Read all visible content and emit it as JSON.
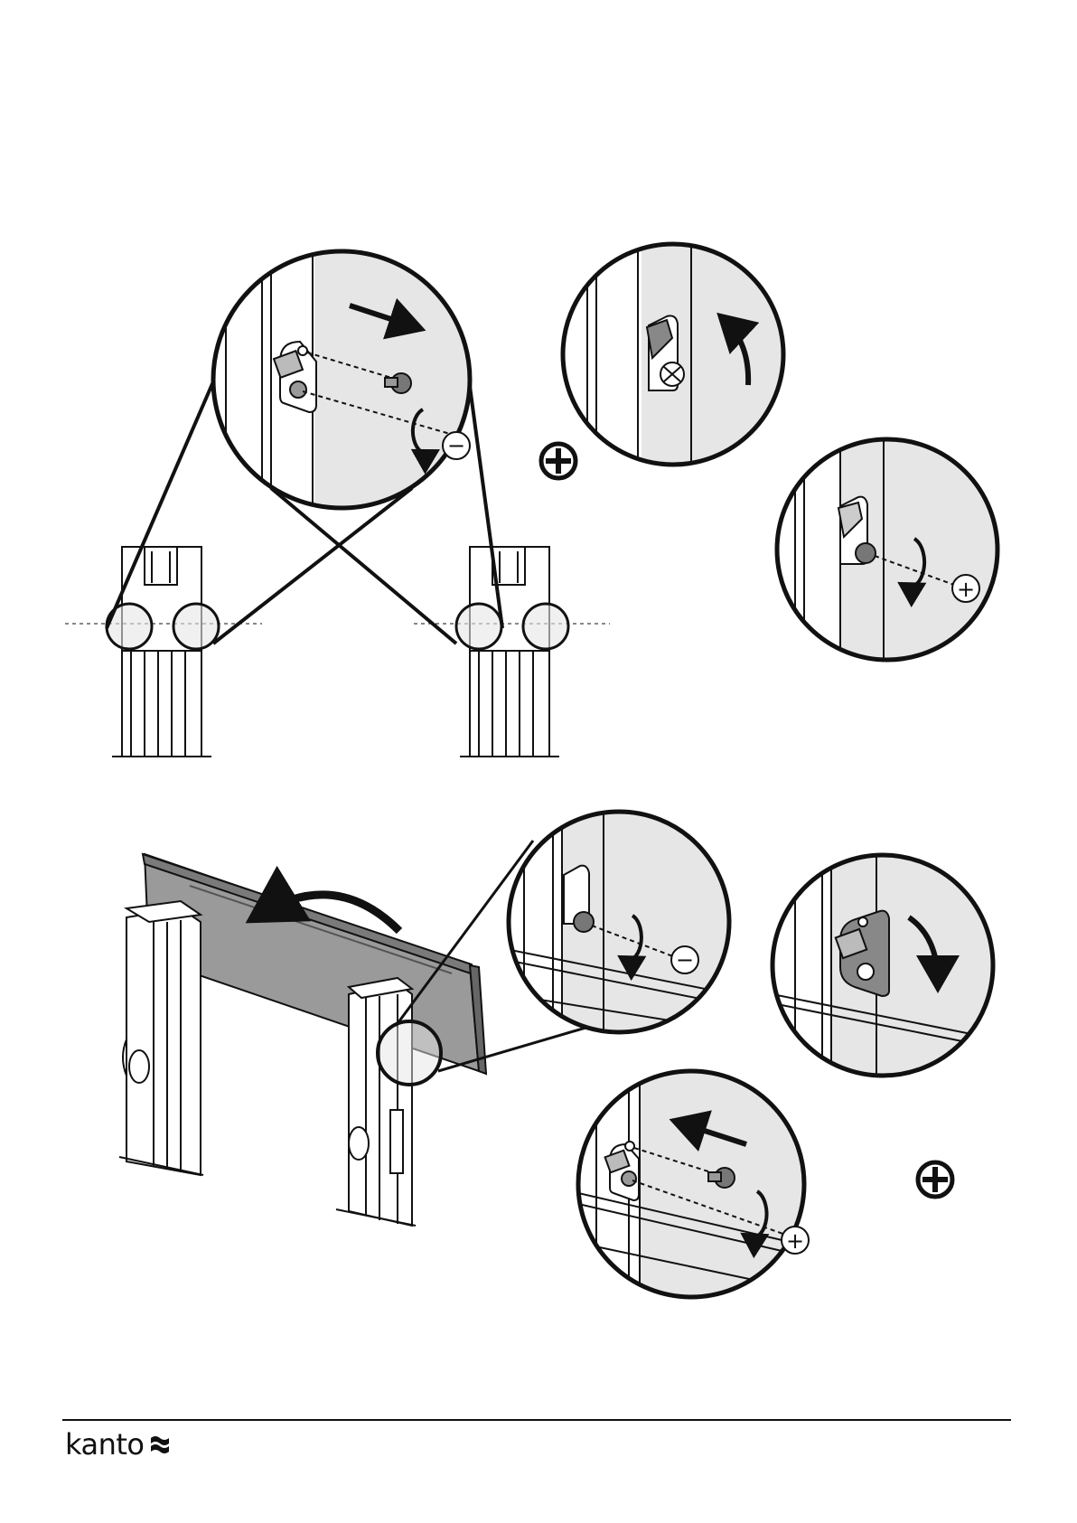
{
  "document": {
    "type": "assembly-instructions-illustration",
    "brand": {
      "logo_text": "kanto",
      "logo_mark_icon": "kanto-wave-icon"
    }
  },
  "callouts": {
    "step_a": {
      "direction": "remove",
      "symbol": "−"
    },
    "step_b": {
      "direction": "rotate-up"
    },
    "step_c": {
      "direction": "install",
      "symbol": "+"
    },
    "step_d": {
      "direction": "remove",
      "symbol": "−"
    },
    "step_e": {
      "direction": "rotate-down"
    },
    "step_f": {
      "direction": "install",
      "symbol": "+"
    }
  },
  "symbols": {
    "tighten_top": "phillips-screwdriver-icon",
    "tighten_bottom": "phillips-screwdriver-icon"
  },
  "colors": {
    "ink": "#111111",
    "panel_fill": "#e6e6e6",
    "tv_fill": "#9a9a9a"
  }
}
